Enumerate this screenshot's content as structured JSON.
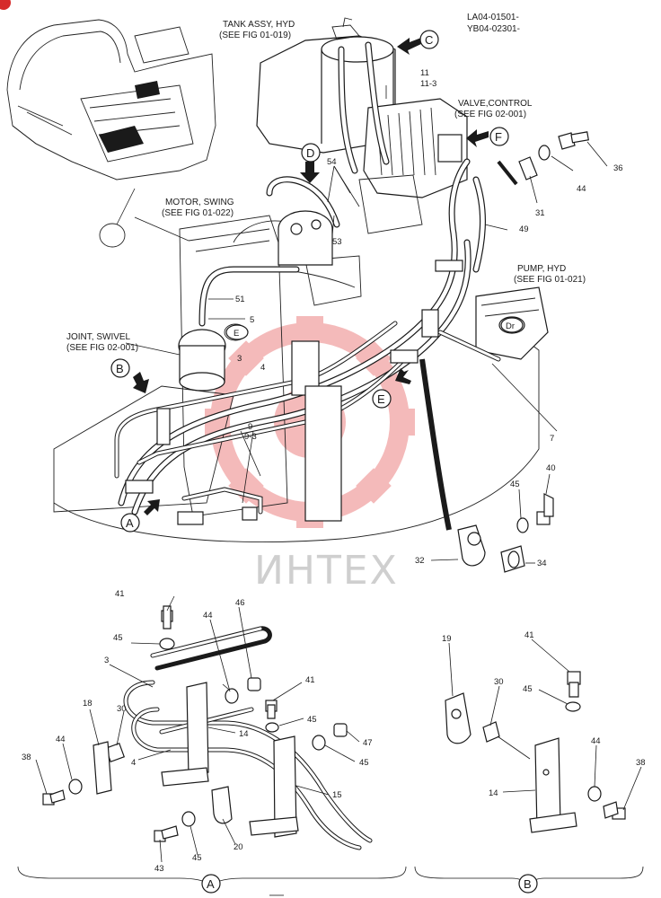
{
  "header": {
    "serial_line1": "LA04-01501-",
    "serial_line2": "YB04-02301-"
  },
  "callouts": {
    "tank": [
      "TANK ASSY, HYD",
      "(SEE FIG 01-019)"
    ],
    "valve": [
      "VALVE,CONTROL",
      "(SEE FIG 02-001)"
    ],
    "motor": [
      "MOTOR, SWING",
      "(SEE FIG 01-022)"
    ],
    "joint": [
      "JOINT, SWIVEL",
      "(SEE FIG 02-001)"
    ],
    "pump": [
      "PUMP, HYD",
      "(SEE FIG 01-021)"
    ]
  },
  "view_labels": {
    "a": "A",
    "b": "B",
    "c": "C",
    "d": "D",
    "e": "E",
    "f": "F",
    "e_small": "E",
    "dr": "Dr"
  },
  "part_numbers": {
    "p11": "11",
    "p11_3": "11-3",
    "p54": "54",
    "p53": "53",
    "p36": "36",
    "p44_top": "44",
    "p31": "31",
    "p49": "49",
    "p51": "51",
    "p5": "5",
    "p3_top": "3",
    "p4_top": "4",
    "p9": "9",
    "p9_3": "9-3",
    "p7": "7",
    "p40": "40",
    "p45_mid": "45",
    "p32": "32",
    "p34": "34",
    "p41_a": "41",
    "p45_a1": "45",
    "p46": "46",
    "p44_a1": "44",
    "p3_a": "3",
    "p41_a2": "41",
    "p45_a2": "45",
    "p47": "47",
    "p45_a3": "45",
    "p14_a": "14",
    "p18": "18",
    "p30_a": "30",
    "p44_a2": "44",
    "p38_a": "38",
    "p4_a": "4",
    "p15": "15",
    "p20": "20",
    "p43": "43",
    "p45_a4": "45",
    "p19": "19",
    "p41_b": "41",
    "p30_b": "30",
    "p45_b": "45",
    "p44_b": "44",
    "p38_b": "38",
    "p14_b": "14"
  },
  "watermark": "ИНТЕХ",
  "bottom_view_labels": {
    "a": "A",
    "b": "B"
  }
}
